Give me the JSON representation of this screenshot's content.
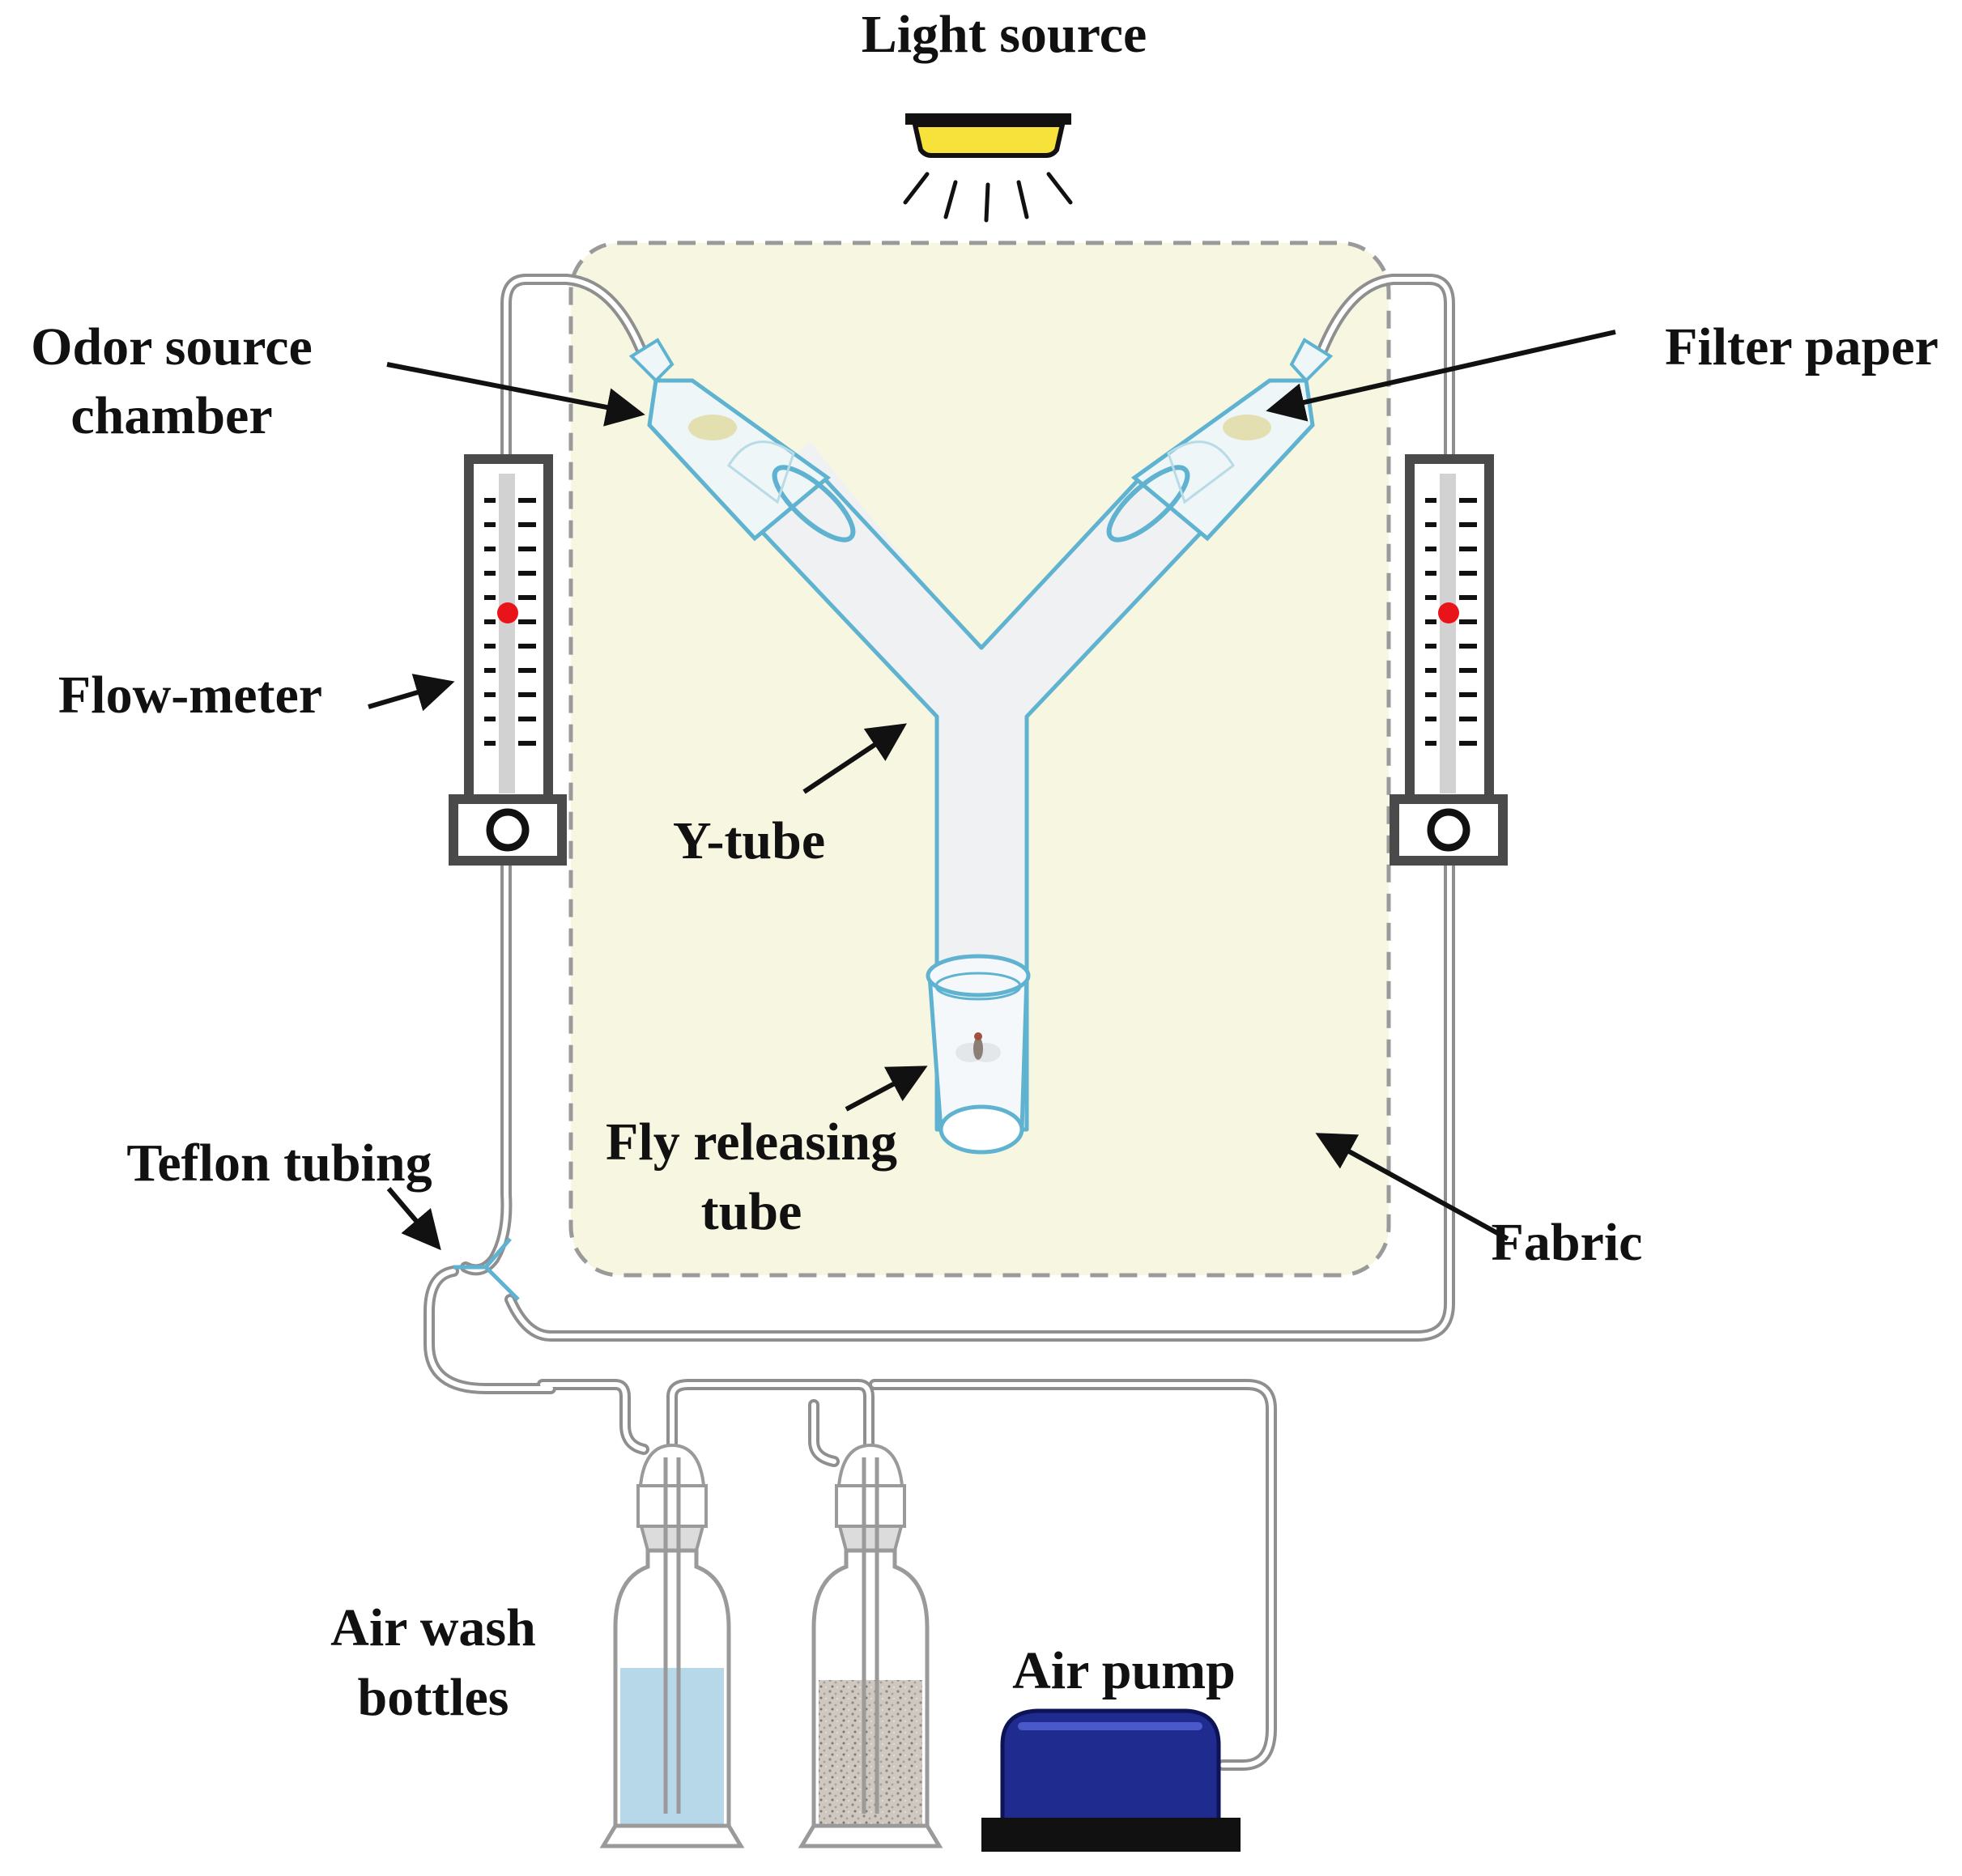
{
  "labels": {
    "light_source": "Light source",
    "odor_source_line1": "Odor source",
    "odor_source_line2": "chamber",
    "filter_paper": "Filter paper",
    "flow_meter": "Flow-meter",
    "y_tube": "Y-tube",
    "fly_releasing_line1": "Fly releasing",
    "fly_releasing_line2": "tube",
    "fabric": "Fabric",
    "teflon_tubing": "Teflon tubing",
    "air_wash_line1": "Air wash",
    "air_wash_line2": "bottles",
    "air_pump": "Air pump"
  },
  "colors": {
    "fabric_fill": "#f7f6e1",
    "fabric_border": "#9a9a9a",
    "glass_fill": "#f0f1f2",
    "glass_outline": "#5fb3d0",
    "tubing": "#9a9a9a",
    "lamp_yellow": "#f6e23a",
    "meter_frame": "#4a4a4a",
    "meter_indicator": "#e8141a",
    "filter_paper": "#e3dfb1",
    "water": "#b7d8e8",
    "charcoal": "#c9c2ba",
    "pump_body": "#1f2b8e",
    "pump_base": "#111111",
    "label_text": "#111111"
  }
}
